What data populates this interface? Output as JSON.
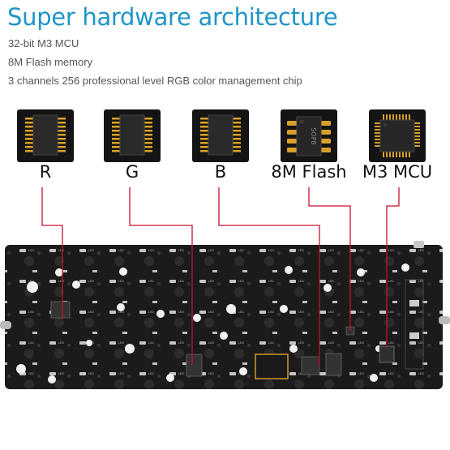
{
  "header": {
    "title": "Super hardware architecture",
    "specs": [
      "32-bit M3 MCU",
      "8M Flash memory",
      "3 channels 256 professional level RGB color management chip"
    ]
  },
  "chips": [
    {
      "label": "R",
      "icon": "sop-chip-icon"
    },
    {
      "label": "G",
      "icon": "sop-chip-icon"
    },
    {
      "label": "B",
      "icon": "sop-chip-icon"
    },
    {
      "label": "8M Flash",
      "icon": "flash-chip-icon",
      "chip_marking": "SOP8"
    },
    {
      "label": "M3 MCU",
      "icon": "qfp-mcu-icon"
    }
  ],
  "colors": {
    "title": "#1f95c9",
    "pcb": "#1b1b1b",
    "leader_line": "#c8102e",
    "pin": "#d9a12a"
  }
}
